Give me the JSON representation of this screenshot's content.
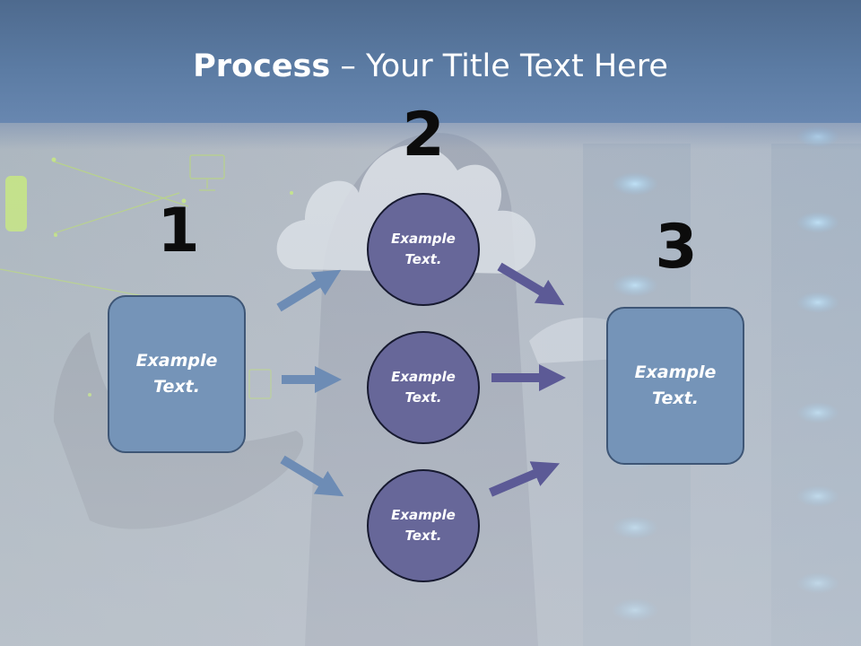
{
  "slide": {
    "title_bold": "Process",
    "title_rest": " – Your Title Text Here"
  },
  "steps": [
    {
      "number": "1",
      "text": "Example Text."
    },
    {
      "number": "2",
      "items": [
        "Example Text.",
        "Example Text.",
        "Example Text."
      ]
    },
    {
      "number": "3",
      "text": "Example Text."
    }
  ],
  "colors": {
    "header": "#5b7ba3",
    "box_fill": "#7594b8",
    "box_border": "#3e5676",
    "circle_fill": "#676799",
    "circle_border": "#171a30",
    "arrow_left": "#6d8cb5",
    "arrow_right": "#5c5a96"
  }
}
